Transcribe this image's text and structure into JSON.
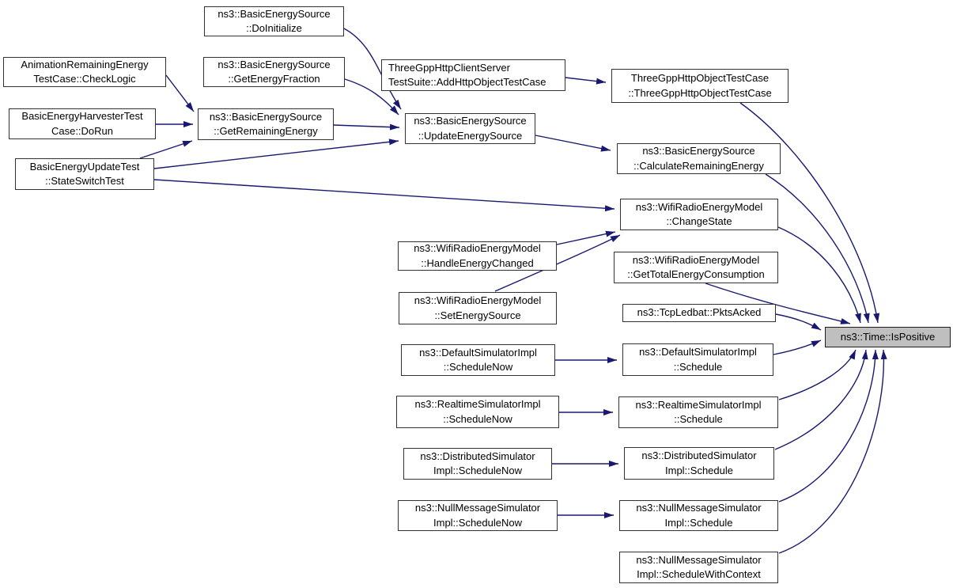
{
  "diagram": {
    "title": "ns3::Time::IsPositive call graph",
    "background_color": "#ffffff",
    "edge_color": "#191970",
    "node_fill": "#ffffff",
    "node_border_color": "#323232",
    "highlight_node_fill": "#bfbfbf",
    "text_color": "#000000"
  },
  "nodes": [
    {
      "id": "doinitialize",
      "lines": [
        "ns3::BasicEnergySource",
        "::DoInitialize"
      ]
    },
    {
      "id": "checklogic",
      "lines": [
        "AnimationRemainingEnergy",
        "TestCase::CheckLogic"
      ]
    },
    {
      "id": "getenergyfraction",
      "lines": [
        "ns3::BasicEnergySource",
        "::GetEnergyFraction"
      ]
    },
    {
      "id": "dorun",
      "lines": [
        "BasicEnergyHarvesterTest",
        "Case::DoRun"
      ]
    },
    {
      "id": "getremainingenergy",
      "lines": [
        "ns3::BasicEnergySource",
        "::GetRemainingEnergy"
      ]
    },
    {
      "id": "stateswitchtest",
      "lines": [
        "BasicEnergyUpdateTest",
        "::StateSwitchTest"
      ]
    },
    {
      "id": "addhttpobjecttestcase",
      "lines": [
        "ThreeGppHttpClientServer",
        "TestSuite::AddHttpObjectTestCase"
      ]
    },
    {
      "id": "threegpphttpobjecttestcase",
      "lines": [
        "ThreeGppHttpObjectTestCase",
        "::ThreeGppHttpObjectTestCase"
      ]
    },
    {
      "id": "updateenergysource",
      "lines": [
        "ns3::BasicEnergySource",
        "::UpdateEnergySource"
      ]
    },
    {
      "id": "calculateremainingenergy",
      "lines": [
        "ns3::BasicEnergySource",
        "::CalculateRemainingEnergy"
      ]
    },
    {
      "id": "changestate",
      "lines": [
        "ns3::WifiRadioEnergyModel",
        "::ChangeState"
      ]
    },
    {
      "id": "handleenergychanged",
      "lines": [
        "ns3::WifiRadioEnergyModel",
        "::HandleEnergyChanged"
      ]
    },
    {
      "id": "gettotalenergyconsumption",
      "lines": [
        "ns3::WifiRadioEnergyModel",
        "::GetTotalEnergyConsumption"
      ]
    },
    {
      "id": "setenergysource",
      "lines": [
        "ns3::WifiRadioEnergyModel",
        "::SetEnergySource"
      ]
    },
    {
      "id": "pktsacked",
      "lines": [
        "ns3::TcpLedbat::PktsAcked"
      ]
    },
    {
      "id": "default-schedulenow",
      "lines": [
        "ns3::DefaultSimulatorImpl",
        "::ScheduleNow"
      ]
    },
    {
      "id": "default-schedule",
      "lines": [
        "ns3::DefaultSimulatorImpl",
        "::Schedule"
      ]
    },
    {
      "id": "realtime-schedulenow",
      "lines": [
        "ns3::RealtimeSimulatorImpl",
        "::ScheduleNow"
      ]
    },
    {
      "id": "realtime-schedule",
      "lines": [
        "ns3::RealtimeSimulatorImpl",
        "::Schedule"
      ]
    },
    {
      "id": "distributed-schedulenow",
      "lines": [
        "ns3::DistributedSimulator",
        "Impl::ScheduleNow"
      ]
    },
    {
      "id": "distributed-schedule",
      "lines": [
        "ns3::DistributedSimulator",
        "Impl::Schedule"
      ]
    },
    {
      "id": "nullmessage-schedulenow",
      "lines": [
        "ns3::NullMessageSimulator",
        "Impl::ScheduleNow"
      ]
    },
    {
      "id": "nullmessage-schedule",
      "lines": [
        "ns3::NullMessageSimulator",
        "Impl::Schedule"
      ]
    },
    {
      "id": "nullmessage-schedulewithcontext",
      "lines": [
        "ns3::NullMessageSimulator",
        "Impl::ScheduleWithContext"
      ]
    },
    {
      "id": "time-ispositive",
      "lines": [
        "ns3::Time::IsPositive"
      ]
    }
  ],
  "edges": [
    {
      "from": "doinitialize",
      "to": "updateenergysource"
    },
    {
      "from": "getenergyfraction",
      "to": "updateenergysource"
    },
    {
      "from": "checklogic",
      "to": "getremainingenergy"
    },
    {
      "from": "dorun",
      "to": "getremainingenergy"
    },
    {
      "from": "stateswitchtest",
      "to": "getremainingenergy"
    },
    {
      "from": "stateswitchtest",
      "to": "updateenergysource"
    },
    {
      "from": "stateswitchtest",
      "to": "changestate"
    },
    {
      "from": "getremainingenergy",
      "to": "updateenergysource"
    },
    {
      "from": "addhttpobjecttestcase",
      "to": "threegpphttpobjecttestcase"
    },
    {
      "from": "updateenergysource",
      "to": "calculateremainingenergy"
    },
    {
      "from": "threegpphttpobjecttestcase",
      "to": "time-ispositive"
    },
    {
      "from": "calculateremainingenergy",
      "to": "time-ispositive"
    },
    {
      "from": "changestate",
      "to": "time-ispositive"
    },
    {
      "from": "gettotalenergyconsumption",
      "to": "time-ispositive"
    },
    {
      "from": "pktsacked",
      "to": "time-ispositive"
    },
    {
      "from": "default-schedule",
      "to": "time-ispositive"
    },
    {
      "from": "realtime-schedule",
      "to": "time-ispositive"
    },
    {
      "from": "distributed-schedule",
      "to": "time-ispositive"
    },
    {
      "from": "nullmessage-schedule",
      "to": "time-ispositive"
    },
    {
      "from": "nullmessage-schedulewithcontext",
      "to": "time-ispositive"
    },
    {
      "from": "handleenergychanged",
      "to": "changestate"
    },
    {
      "from": "setenergysource",
      "to": "changestate"
    },
    {
      "from": "default-schedulenow",
      "to": "default-schedule"
    },
    {
      "from": "realtime-schedulenow",
      "to": "realtime-schedule"
    },
    {
      "from": "distributed-schedulenow",
      "to": "distributed-schedule"
    },
    {
      "from": "nullmessage-schedulenow",
      "to": "nullmessage-schedule"
    }
  ]
}
